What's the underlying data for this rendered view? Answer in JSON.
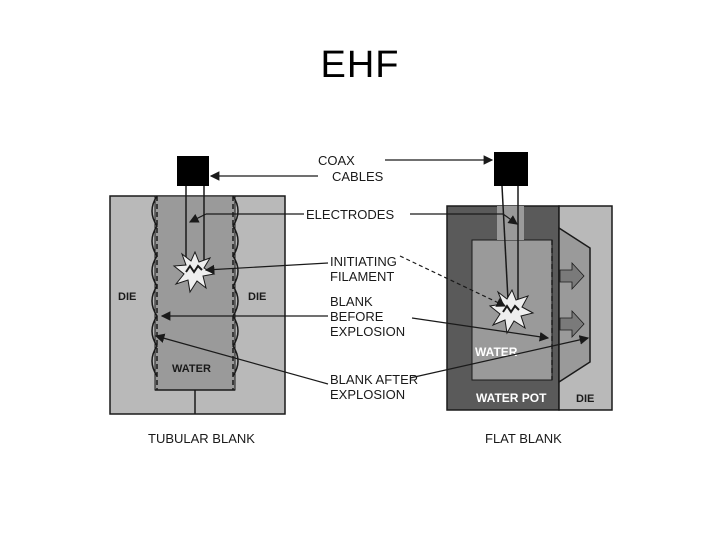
{
  "title": "EHF",
  "labels": {
    "coax_line1": "COAX",
    "coax_line2": "CABLES",
    "electrodes": "ELECTRODES",
    "initiating_line1": "INITIATING",
    "initiating_line2": "FILAMENT",
    "blank_before_line1": "BLANK",
    "blank_before_line2": "BEFORE",
    "blank_before_line3": "EXPLOSION",
    "blank_after_line1": "BLANK AFTER",
    "blank_after_line2": "EXPLOSION"
  },
  "tubular": {
    "caption": "TUBULAR BLANK",
    "die_left": "DIE",
    "die_right": "DIE",
    "water": "WATER"
  },
  "flat": {
    "caption": "FLAT BLANK",
    "water": "WATER",
    "water_pot": "WATER POT",
    "die": "DIE"
  },
  "colors": {
    "die_light": "#b9b9b9",
    "water_fill": "#9a9a9a",
    "pot_dark": "#5a5a5a",
    "line": "#1a1a1a"
  }
}
